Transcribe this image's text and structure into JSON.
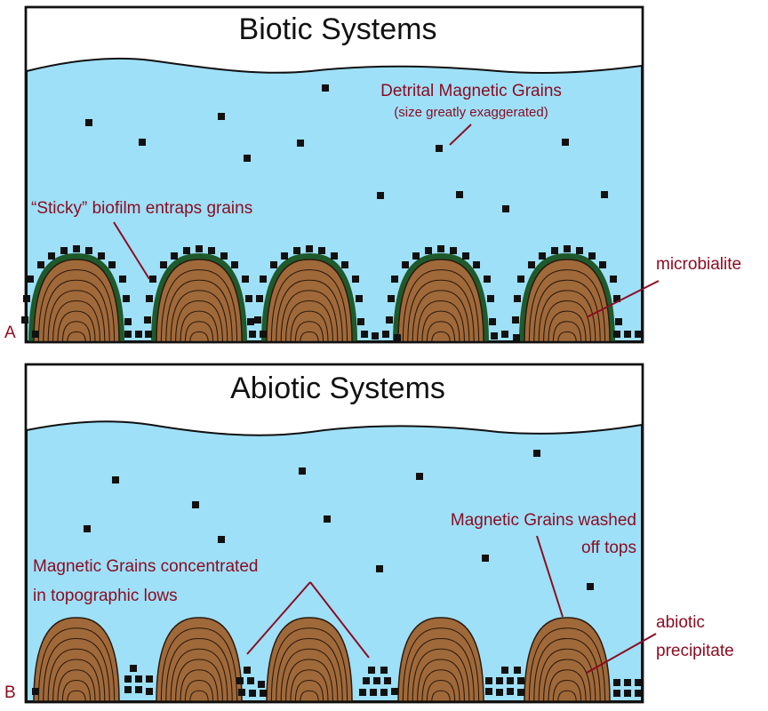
{
  "colors": {
    "water": "#9ee0f8",
    "mound": "#a0693a",
    "mound_lines": "#2b1a0d",
    "biofilm": "#1f5a2c",
    "grain": "#111111",
    "annotation": "#8b0d22",
    "frame": "#111111"
  },
  "panel_a": {
    "letter": "A",
    "title": "Biotic Systems",
    "label_detrital": "Detrital Magnetic Grains",
    "label_detrital_sub": "(size greatly exaggerated)",
    "label_biofilm": "“Sticky” biofilm entraps grains",
    "label_microbialite": "microbialite"
  },
  "panel_b": {
    "letter": "B",
    "title": "Abiotic Systems",
    "label_lows_line1": "Magnetic Grains concentrated",
    "label_lows_line2": "in topographic lows",
    "label_washed_line1": "Magnetic Grains washed",
    "label_washed_line2": "off tops",
    "label_precip_line1": "abiotic",
    "label_precip_line2": "precipitate"
  }
}
